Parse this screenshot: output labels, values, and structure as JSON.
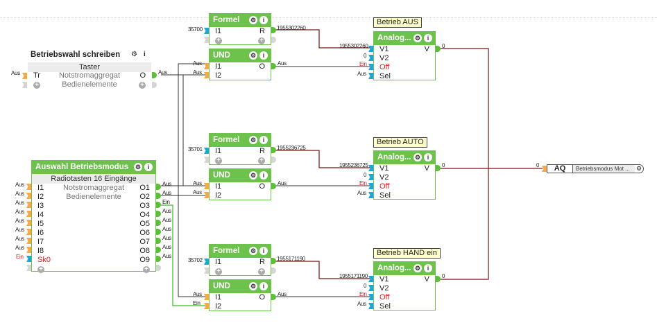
{
  "canvas": {
    "wire_colors": {
      "digital": "#333333",
      "analog": "#7a1010",
      "active": "#3cb82a"
    }
  },
  "blocks": {
    "taster": {
      "title": "Betriebswahl schreiben",
      "type": "Taster",
      "inputs": [
        {
          "name": "Tr",
          "label": "Notstromaggregat",
          "value": "Aus"
        }
      ],
      "sub_label": "Bedienelemente",
      "outputs": [
        {
          "name": "O",
          "value": "Aus"
        }
      ]
    },
    "auswahl": {
      "title": "Auswahl Betriebsmodus",
      "type": "Radiotasten 16 Eingänge",
      "labels": [
        "Notstromaggregat",
        "Bedienelemente"
      ],
      "inputs": [
        {
          "name": "I1",
          "value": "Aus"
        },
        {
          "name": "I2",
          "value": "Aus"
        },
        {
          "name": "I3",
          "value": "Aus"
        },
        {
          "name": "I4",
          "value": "Aus"
        },
        {
          "name": "I5",
          "value": "Aus"
        },
        {
          "name": "I6",
          "value": "Aus"
        },
        {
          "name": "I7",
          "value": "Aus"
        },
        {
          "name": "I8",
          "value": "Aus"
        },
        {
          "name": "Sk0",
          "value": "Ein"
        }
      ],
      "outputs": [
        {
          "name": "O1",
          "value": "Aus"
        },
        {
          "name": "O2",
          "value": "Aus"
        },
        {
          "name": "O3",
          "value": "Ein"
        },
        {
          "name": "O4",
          "value": "Aus"
        },
        {
          "name": "O5",
          "value": "Aus"
        },
        {
          "name": "O6",
          "value": "Aus"
        },
        {
          "name": "O7",
          "value": "Aus"
        },
        {
          "name": "O8",
          "value": "Aus"
        },
        {
          "name": "O9",
          "value": "Aus"
        }
      ]
    },
    "formel1": {
      "title": "Formel",
      "in_name": "I1",
      "in_value": "35700",
      "out_name": "R",
      "out_value": "1955302260"
    },
    "formel2": {
      "title": "Formel",
      "in_name": "I1",
      "in_value": "35701",
      "out_name": "R",
      "out_value": "1955236725"
    },
    "formel3": {
      "title": "Formel",
      "in_name": "I1",
      "in_value": "35702",
      "out_name": "R",
      "out_value": "1955171190"
    },
    "und1": {
      "title": "UND",
      "i1": "I1",
      "i2": "I2",
      "o": "O",
      "i1_value": "Aus",
      "i2_value": "Aus",
      "o_value": "Aus"
    },
    "und2": {
      "title": "UND",
      "i1": "I1",
      "i2": "I2",
      "o": "O",
      "i1_value": "Aus",
      "i2_value": "Aus",
      "o_value": "Aus"
    },
    "und3": {
      "title": "UND",
      "i1": "I1",
      "i2": "I2",
      "o": "O",
      "i1_value": "Aus",
      "i2_value": "Ein",
      "o_value": "Aus"
    },
    "analog1": {
      "comment": "Betrieb AUS",
      "title": "Analog...",
      "v1": "V1",
      "v2": "V2",
      "off": "Off",
      "sel": "Sel",
      "out": "V",
      "v1_value": "1955302260",
      "v2_value": "0",
      "off_value": "Ein",
      "sel_value": "Aus",
      "out_value": "0"
    },
    "analog2": {
      "comment": "Betrieb AUTO",
      "title": "Analog...",
      "v1": "V1",
      "v2": "V2",
      "off": "Off",
      "sel": "Sel",
      "out": "V",
      "v1_value": "1955236725",
      "v2_value": "0",
      "off_value": "Ein",
      "sel_value": "Aus",
      "out_value": "0"
    },
    "analog3": {
      "comment": "Betrieb HAND ein",
      "title": "Analog...",
      "v1": "V1",
      "v2": "V2",
      "off": "Off",
      "sel": "Sel",
      "out": "V",
      "v1_value": "1955171190",
      "v2_value": "0",
      "off_value": "Ein",
      "sel_value": "Aus",
      "out_value": "0"
    },
    "aq": {
      "tag": "AQ",
      "name": "Betriebsmodus  Mot ...",
      "in_value": "0"
    }
  },
  "icons": {
    "gear": "⚙",
    "info": "i",
    "plus": "+"
  }
}
